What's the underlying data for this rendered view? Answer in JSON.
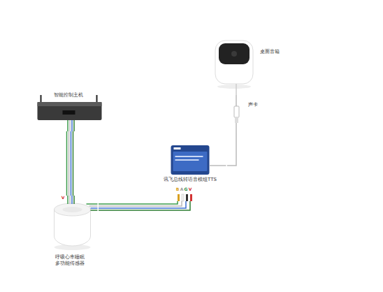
{
  "diagram": {
    "nodes": [
      {
        "text": [
          "智能控制主机"
        ]
      },
      {
        "text": [
          "呼吸心率睡眠 多功能传感器"
        ]
      },
      {
        "text": [
          "讯飞总线转语音模组TTS"
        ]
      },
      {
        "text": [
          "桌面音箱"
        ]
      },
      {
        "text": [
          "声卡"
        ]
      }
    ],
    "edges": [
      {
        "from": 0,
        "to": 1,
        "arrow": "none"
      },
      {
        "from": 1,
        "to": 2,
        "arrow": "none"
      },
      {
        "from": 2,
        "to": 4,
        "arrow": "none"
      },
      {
        "from": 4,
        "to": 3,
        "arrow": "none"
      }
    ],
    "labels": [
      "V",
      "B",
      "A",
      "G",
      "V"
    ]
  }
}
